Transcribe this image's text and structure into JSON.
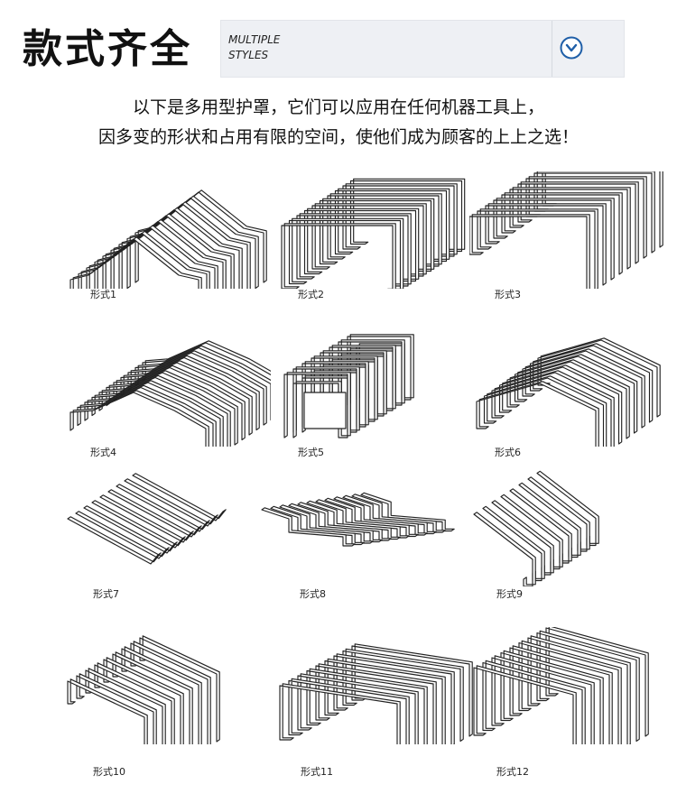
{
  "header": {
    "title": "款式齐全",
    "banner_line1": "MULTIPLE",
    "banner_line2": "STYLES",
    "icon": "chevron-down-circle-icon",
    "accent_color": "#1f5fa8"
  },
  "intro": {
    "line1": "以下是多用型护罩，它们可以应用在任何机器工具上，",
    "line2": "因多变的形状和占用有限的空间，使他们成为顾客的上上之选！"
  },
  "styles": [
    {
      "label": "形式1",
      "shape": "gable-bellows-with-feet"
    },
    {
      "label": "形式2",
      "shape": "flat-bellows-with-hook-ends"
    },
    {
      "label": "形式3",
      "shape": "flat-bellows-with-drop-legs"
    },
    {
      "label": "形式4",
      "shape": "gable-bellows-wide-feet"
    },
    {
      "label": "形式5",
      "shape": "flat-bellows-with-frame"
    },
    {
      "label": "形式6",
      "shape": "gable-bellows-with-legs"
    },
    {
      "label": "形式7",
      "shape": "flat-pleated-sheet"
    },
    {
      "label": "形式8",
      "shape": "low-pleated-sheet-with-flange"
    },
    {
      "label": "形式9",
      "shape": "flat-bellows-with-hook-leg"
    },
    {
      "label": "形式10",
      "shape": "flat-bellows-with-long-legs"
    },
    {
      "label": "形式11",
      "shape": "flat-bellows-with-hook-and-legs"
    },
    {
      "label": "形式12",
      "shape": "flat-bellows-tall-legs"
    }
  ]
}
